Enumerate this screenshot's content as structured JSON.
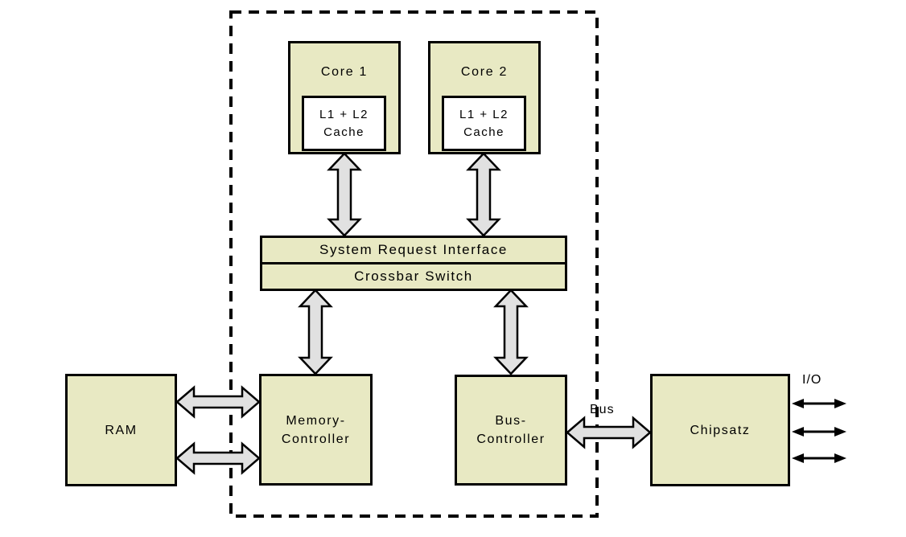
{
  "colors": {
    "node_fill": "#e8e9c3",
    "cache_fill": "#ffffff",
    "arrow_fill": "#e1e1e1",
    "outline": "#000000",
    "background": "#ffffff"
  },
  "nodes": {
    "core1": {
      "label": "Core 1",
      "cache_lines": [
        "L1 + L2",
        "Cache"
      ]
    },
    "core2": {
      "label": "Core 2",
      "cache_lines": [
        "L1 + L2",
        "Cache"
      ]
    },
    "system_request_interface": {
      "label": "System Request Interface"
    },
    "crossbar_switch": {
      "label": "Crossbar Switch"
    },
    "ram": {
      "label": "RAM"
    },
    "memory_controller": {
      "lines": [
        "Memory-",
        "Controller"
      ]
    },
    "bus_controller": {
      "lines": [
        "Bus-",
        "Controller"
      ]
    },
    "chipsatz": {
      "label": "Chipsatz"
    }
  },
  "labels": {
    "bus": "Bus",
    "io": "I/O"
  },
  "edges": [
    {
      "from": "core1_cache",
      "to": "system_request_interface",
      "style": "block-double-arrow",
      "orientation": "vertical"
    },
    {
      "from": "core2_cache",
      "to": "system_request_interface",
      "style": "block-double-arrow",
      "orientation": "vertical"
    },
    {
      "from": "crossbar_switch",
      "to": "memory_controller",
      "style": "block-double-arrow",
      "orientation": "vertical"
    },
    {
      "from": "crossbar_switch",
      "to": "bus_controller",
      "style": "block-double-arrow",
      "orientation": "vertical"
    },
    {
      "from": "ram",
      "to": "memory_controller",
      "style": "block-double-arrow",
      "orientation": "horizontal",
      "count": 2
    },
    {
      "from": "bus_controller",
      "to": "chipsatz",
      "style": "block-double-arrow",
      "orientation": "horizontal",
      "label": "Bus"
    },
    {
      "from": "chipsatz",
      "to": "external_io",
      "style": "thin-double-arrow",
      "orientation": "horizontal",
      "count": 3,
      "label": "I/O"
    }
  ]
}
